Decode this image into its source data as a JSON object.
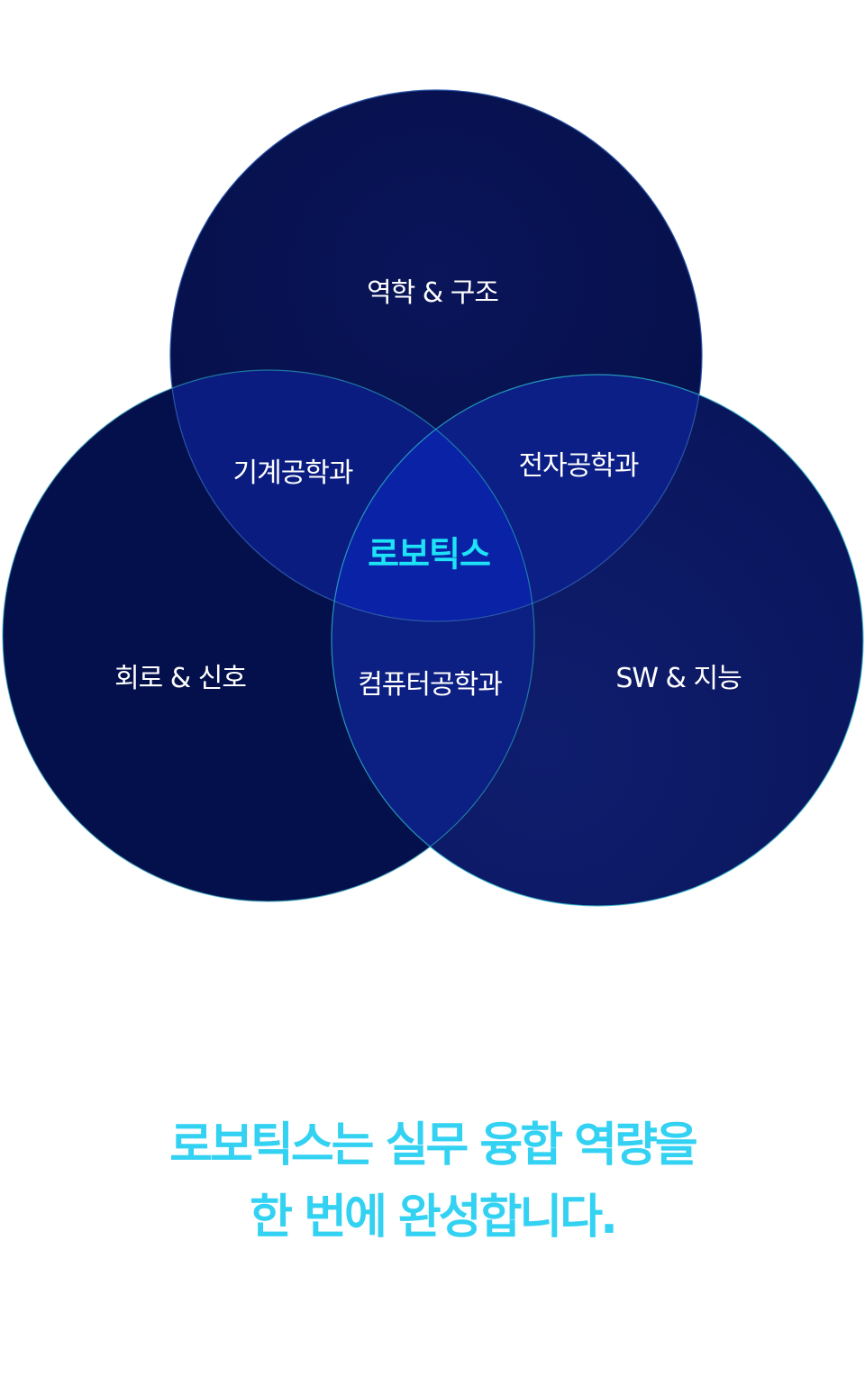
{
  "diagram": {
    "circles": [
      {
        "name": "top",
        "label": "역학 & 구조"
      },
      {
        "name": "left",
        "label": "회로 & 신호"
      },
      {
        "name": "right",
        "label": "SW & 지능"
      }
    ],
    "intersections": {
      "top_left": "기계공학과",
      "top_right": "전자공학과",
      "left_right": "컴퓨터공학과",
      "center": "로보틱스"
    },
    "colors": {
      "circle": "#08124f",
      "overlap": "#0a1f86",
      "center": "#0a22a6",
      "accent": "#1ee3f7"
    }
  },
  "tagline": {
    "line1": "로보틱스는 실무 융합 역량을",
    "line2": "한 번에 완성합니다."
  }
}
